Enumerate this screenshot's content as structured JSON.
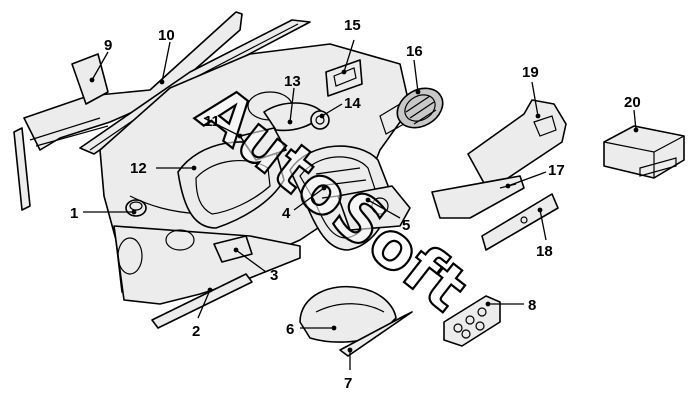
{
  "diagram": {
    "callouts": [
      {
        "id": "1",
        "label": "1"
      },
      {
        "id": "2",
        "label": "2"
      },
      {
        "id": "3",
        "label": "3"
      },
      {
        "id": "4",
        "label": "4"
      },
      {
        "id": "5",
        "label": "5"
      },
      {
        "id": "6",
        "label": "6"
      },
      {
        "id": "7",
        "label": "7"
      },
      {
        "id": "8",
        "label": "8"
      },
      {
        "id": "9",
        "label": "9"
      },
      {
        "id": "10",
        "label": "10"
      },
      {
        "id": "11",
        "label": "11"
      },
      {
        "id": "12",
        "label": "12"
      },
      {
        "id": "13",
        "label": "13"
      },
      {
        "id": "14",
        "label": "14"
      },
      {
        "id": "15",
        "label": "15"
      },
      {
        "id": "16",
        "label": "16"
      },
      {
        "id": "17",
        "label": "17"
      },
      {
        "id": "18",
        "label": "18"
      },
      {
        "id": "19",
        "label": "19"
      },
      {
        "id": "20",
        "label": "20"
      }
    ],
    "watermark": "AutoSoft"
  }
}
